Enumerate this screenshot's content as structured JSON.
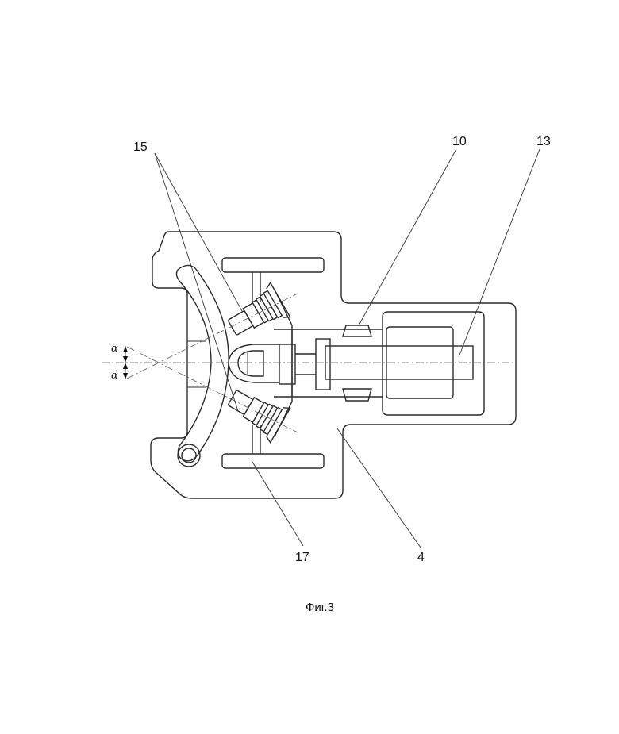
{
  "drawing": {
    "labels": {
      "l15": "15",
      "l10": "10",
      "l13": "13",
      "l17": "17",
      "l4": "4",
      "alpha_top": "α",
      "alpha_bottom": "α"
    },
    "caption": "Фиг.3"
  }
}
